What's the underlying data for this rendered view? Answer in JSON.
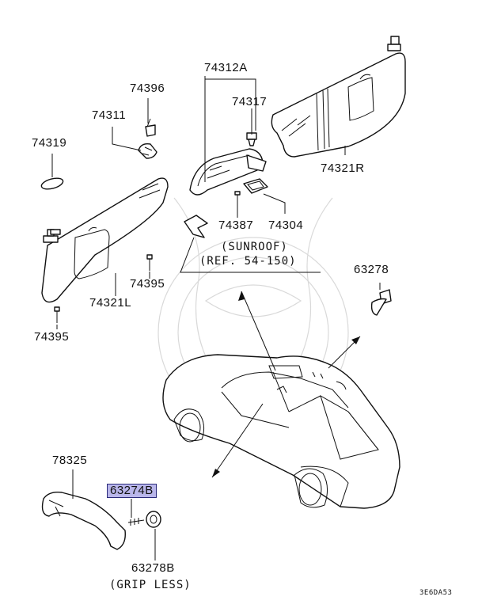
{
  "labels": {
    "p74312A": "74312A",
    "p74317": "74317",
    "p74396": "74396",
    "p74311": "74311",
    "p74319": "74319",
    "p74321R": "74321R",
    "p74387": "74387",
    "p74304": "74304",
    "sunroof": "(SUNROOF)",
    "sunroof_ref": "(REF. 54-150)",
    "p63278": "63278",
    "p74395_mid": "74395",
    "p74321L": "74321L",
    "p74395_low": "74395",
    "p78325": "78325",
    "p63274B": "63274B",
    "p63278B": "63278B",
    "grip_less": "(GRIP LESS)",
    "diagram_code": "3E6DA53"
  },
  "colors": {
    "highlight": "#b9b6ea",
    "line": "#111111",
    "watermark": "#d9d9d9"
  },
  "highlighted_part": "63274B"
}
